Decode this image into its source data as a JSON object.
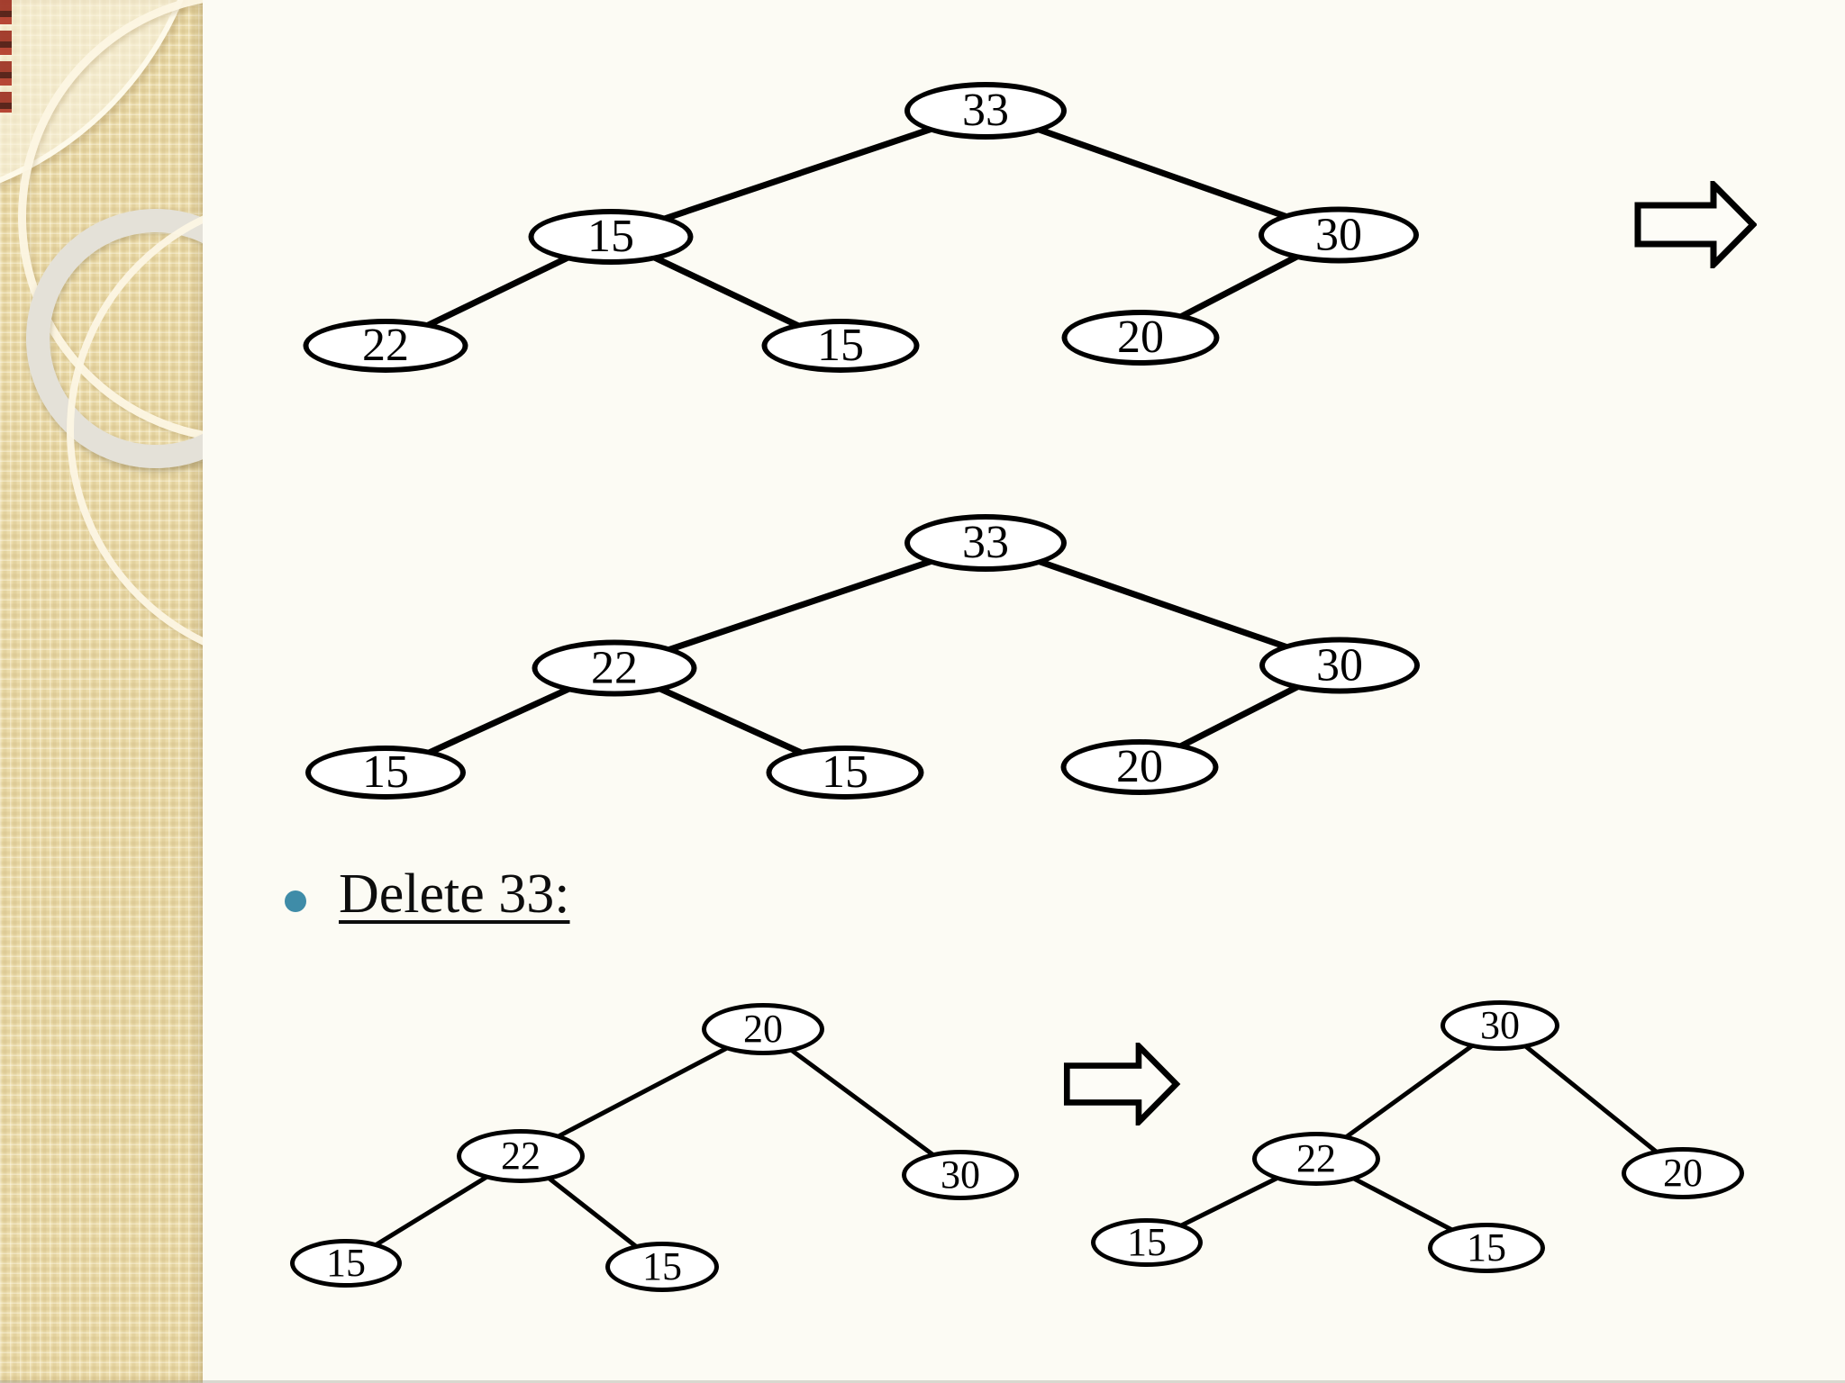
{
  "slide": {
    "bullet_item": {
      "label": "Delete 33:"
    },
    "colors": {
      "bullet_dot": "#3f8ca8",
      "node_stroke": "#000000",
      "node_fill": "#ffffff",
      "background": "#fcfbf4",
      "sidebar": "#ebdba9",
      "sidebar_ring_gray": "#e4e1d8",
      "sidebar_ring_cream": "#fcf6e3"
    },
    "icons": [
      "right-block-arrow-icon",
      "bullet-dot-icon"
    ]
  },
  "diagram": {
    "description": "Binary heap delete operation shown as four binary tree diagrams",
    "trees": [
      {
        "name": "heap-initial",
        "nodes": [
          {
            "id": "root",
            "value": "33"
          },
          {
            "id": "root.L",
            "value": "15"
          },
          {
            "id": "root.R",
            "value": "30"
          },
          {
            "id": "root.L.L",
            "value": "22"
          },
          {
            "id": "root.L.R",
            "value": "15"
          },
          {
            "id": "root.R.L",
            "value": "20"
          }
        ],
        "edges": [
          [
            "root",
            "root.L"
          ],
          [
            "root",
            "root.R"
          ],
          [
            "root.L",
            "root.L.L"
          ],
          [
            "root.L",
            "root.L.R"
          ],
          [
            "root.R",
            "root.R.L"
          ]
        ]
      },
      {
        "name": "heap-after-swap",
        "nodes": [
          {
            "id": "root",
            "value": "33"
          },
          {
            "id": "root.L",
            "value": "22"
          },
          {
            "id": "root.R",
            "value": "30"
          },
          {
            "id": "root.L.L",
            "value": "15"
          },
          {
            "id": "root.L.R",
            "value": "15"
          },
          {
            "id": "root.R.L",
            "value": "20"
          }
        ],
        "edges": [
          [
            "root",
            "root.L"
          ],
          [
            "root",
            "root.R"
          ],
          [
            "root.L",
            "root.L.L"
          ],
          [
            "root.L",
            "root.L.R"
          ],
          [
            "root.R",
            "root.R.L"
          ]
        ]
      },
      {
        "name": "heap-after-delete-33",
        "nodes": [
          {
            "id": "root",
            "value": "20"
          },
          {
            "id": "root.L",
            "value": "22"
          },
          {
            "id": "root.R",
            "value": "30"
          },
          {
            "id": "root.L.L",
            "value": "15"
          },
          {
            "id": "root.L.R",
            "value": "15"
          }
        ],
        "edges": [
          [
            "root",
            "root.L"
          ],
          [
            "root",
            "root.R"
          ],
          [
            "root.L",
            "root.L.L"
          ],
          [
            "root.L",
            "root.L.R"
          ]
        ]
      },
      {
        "name": "heap-after-heapify",
        "nodes": [
          {
            "id": "root",
            "value": "30"
          },
          {
            "id": "root.L",
            "value": "22"
          },
          {
            "id": "root.R",
            "value": "20"
          },
          {
            "id": "root.L.L",
            "value": "15"
          },
          {
            "id": "root.L.R",
            "value": "15"
          }
        ],
        "edges": [
          [
            "root",
            "root.L"
          ],
          [
            "root",
            "root.R"
          ],
          [
            "root.L",
            "root.L.L"
          ],
          [
            "root.L",
            "root.L.R"
          ]
        ]
      }
    ]
  }
}
